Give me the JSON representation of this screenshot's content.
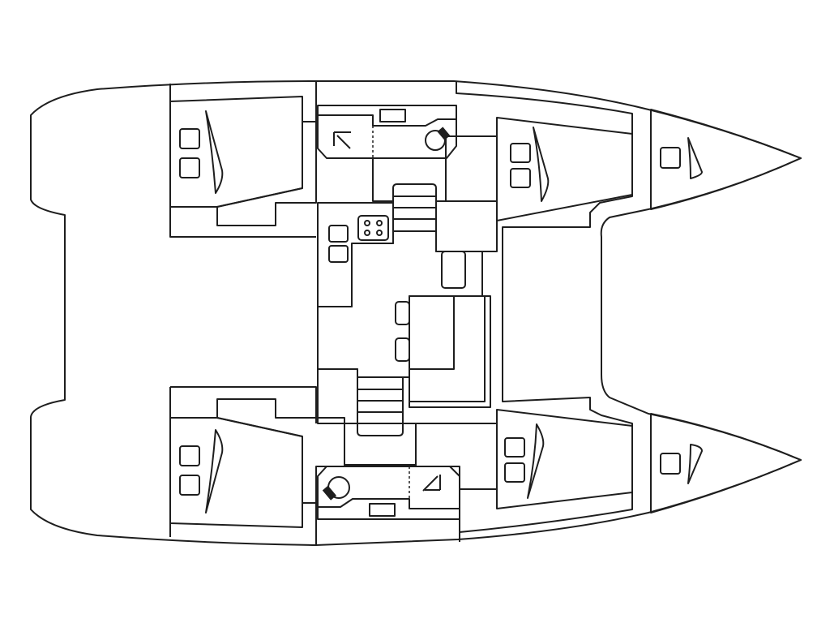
{
  "diagram": {
    "type": "catamaran-deck-layout",
    "colors": {
      "cabin_bed": "#87b9c5",
      "cabin_floor": "#a6d9e5",
      "head": "#d2dd9c",
      "saloon": "#fddc95",
      "forepeak": "#bfd3d8",
      "outline": "#1e1e1e"
    },
    "cabins": [
      "aft-port",
      "forward-port",
      "aft-starboard",
      "forward-starboard"
    ],
    "heads": [
      "port-head",
      "starboard-head"
    ]
  }
}
